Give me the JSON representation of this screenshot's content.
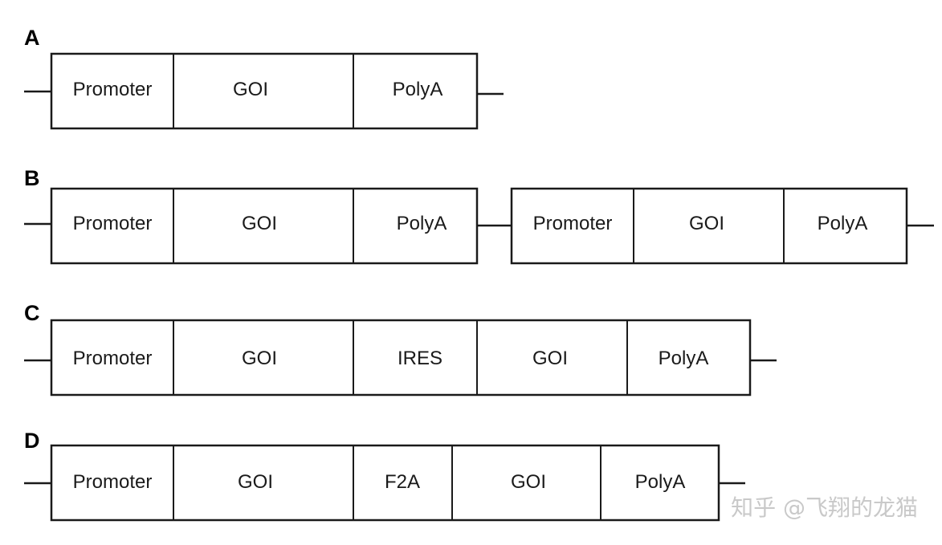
{
  "panels": [
    {
      "label": "A",
      "constructs": [
        {
          "segments": [
            "Promoter",
            "GOI",
            "PolyA"
          ]
        }
      ]
    },
    {
      "label": "B",
      "constructs": [
        {
          "segments": [
            "Promoter",
            "GOI",
            "PolyA"
          ]
        },
        {
          "segments": [
            "Promoter",
            "GOI",
            "PolyA"
          ]
        }
      ]
    },
    {
      "label": "C",
      "constructs": [
        {
          "segments": [
            "Promoter",
            "GOI",
            "IRES",
            "GOI",
            "PolyA"
          ]
        }
      ]
    },
    {
      "label": "D",
      "constructs": [
        {
          "segments": [
            "Promoter",
            "GOI",
            "F2A",
            "GOI",
            "PolyA"
          ]
        }
      ]
    }
  ],
  "watermark": "知乎 @飞翔的龙猫",
  "colors": {
    "stroke": "#1a1a1a",
    "background": "#ffffff",
    "watermark": "#c9c9c9"
  }
}
